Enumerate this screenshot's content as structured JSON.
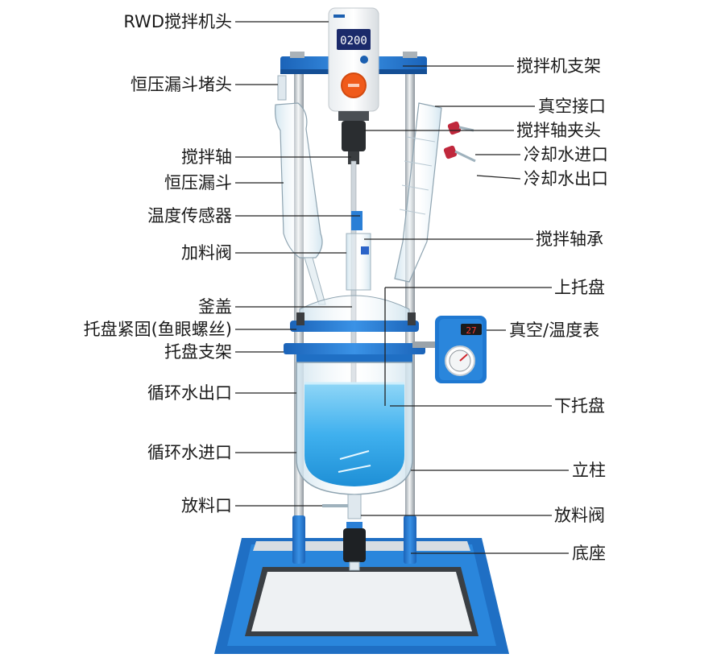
{
  "diagram": {
    "left_labels": [
      "RWD搅拌机头",
      "恒压漏斗堵头",
      "搅拌轴",
      "恒压漏斗",
      "温度传感器",
      "加料阀",
      "釜盖",
      "托盘紧固(鱼眼螺丝)",
      "托盘支架",
      "循环水出口",
      "循环水进口",
      "放料口"
    ],
    "right_labels": [
      "搅拌机支架",
      "真空接口",
      "搅拌轴夹头",
      "冷却水进口",
      "冷却水出口",
      "搅拌轴承",
      "上托盘",
      "真空/温度表",
      "下托盘",
      "立柱",
      "放料阀",
      "底座"
    ],
    "stirrer_display": "0200",
    "gauge_display": "27",
    "colors": {
      "frame_blue": "#1f78d1",
      "liquid_blue": "#3fb0ee",
      "knob_orange": "#f05a1a"
    }
  }
}
